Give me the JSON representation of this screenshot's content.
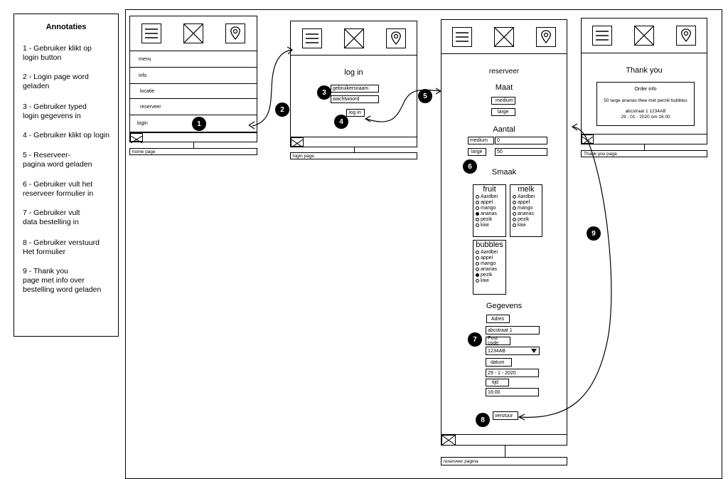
{
  "annotations": {
    "title": "Annotaties",
    "items": [
      "1 - Gebruiker klikt op\nlogin button",
      "2 - Login page word\ngeladen",
      "3 - Gebruiker typed\nlogin gegevens in",
      "4 - Gebruiker klikt op login",
      "5 - Reserveer-\npagina word geladen",
      "6 - Gebruiker vult het\nreserveer formulier in",
      "7 - Gebruiker vult\ndata bestelling in",
      "8 - Gebruiker verstuurd\nHet formulier",
      "9 - Thank you\npage met info over\nbestelling word geladen"
    ]
  },
  "header_icons": [
    "hamburger-icon",
    "image-placeholder-icon",
    "location-pin-icon"
  ],
  "home": {
    "menu_items": [
      "menu",
      "info",
      "locatie",
      "reserveer",
      "login"
    ],
    "label": "home page"
  },
  "login": {
    "title": "log in",
    "username": "gebruikersnaam",
    "password": "wachtwoord",
    "button": "log in",
    "label": "login page"
  },
  "reserve": {
    "title": "reserveer",
    "maat_title": "Maat",
    "sizes": [
      "medium",
      "large"
    ],
    "aantal_title": "Aantal",
    "aantal_rows": [
      {
        "label": "medium",
        "value": "0"
      },
      {
        "label": "large",
        "value": "50"
      }
    ],
    "smaak_title": "Smaak",
    "fruit": {
      "title": "fruit",
      "options": [
        "Aardbei",
        "appel",
        "mango",
        "ananas",
        "pezik",
        "kiwi"
      ],
      "selected": 3
    },
    "melk": {
      "title": "melk",
      "options": [
        "Aardbei",
        "appel",
        "mango",
        "ananas",
        "pezik",
        "kiwi"
      ],
      "selected": -1
    },
    "bubbles": {
      "title": "bubbles",
      "options": [
        "Aardbei",
        "appel",
        "mango",
        "ananas",
        "pezik",
        "kiwi"
      ],
      "selected": 4
    },
    "gegevens_title": "Gegevens",
    "adres_label": "Adres",
    "adres_value": "abcstraat 1",
    "postcode_label": "Post code",
    "postcode_value": "1234AB",
    "datum_label": "datum",
    "datum_value": "29 - 1 - 2020",
    "tijd_label": "tijd",
    "tijd_value": "16:00",
    "submit": "verstuur",
    "label": "reserveer pagina"
  },
  "thanks": {
    "title": "Thank you",
    "order_title": "Order info",
    "order_line": "50 large ananas thee met perzik bubbles",
    "address_line": "abcstraat 1 1234AB",
    "date_line": "29 - 01 - 2020 om 16:00",
    "label": "Thank you paga"
  },
  "steps": [
    "1",
    "2",
    "3",
    "4",
    "5",
    "6",
    "7",
    "8",
    "9"
  ]
}
